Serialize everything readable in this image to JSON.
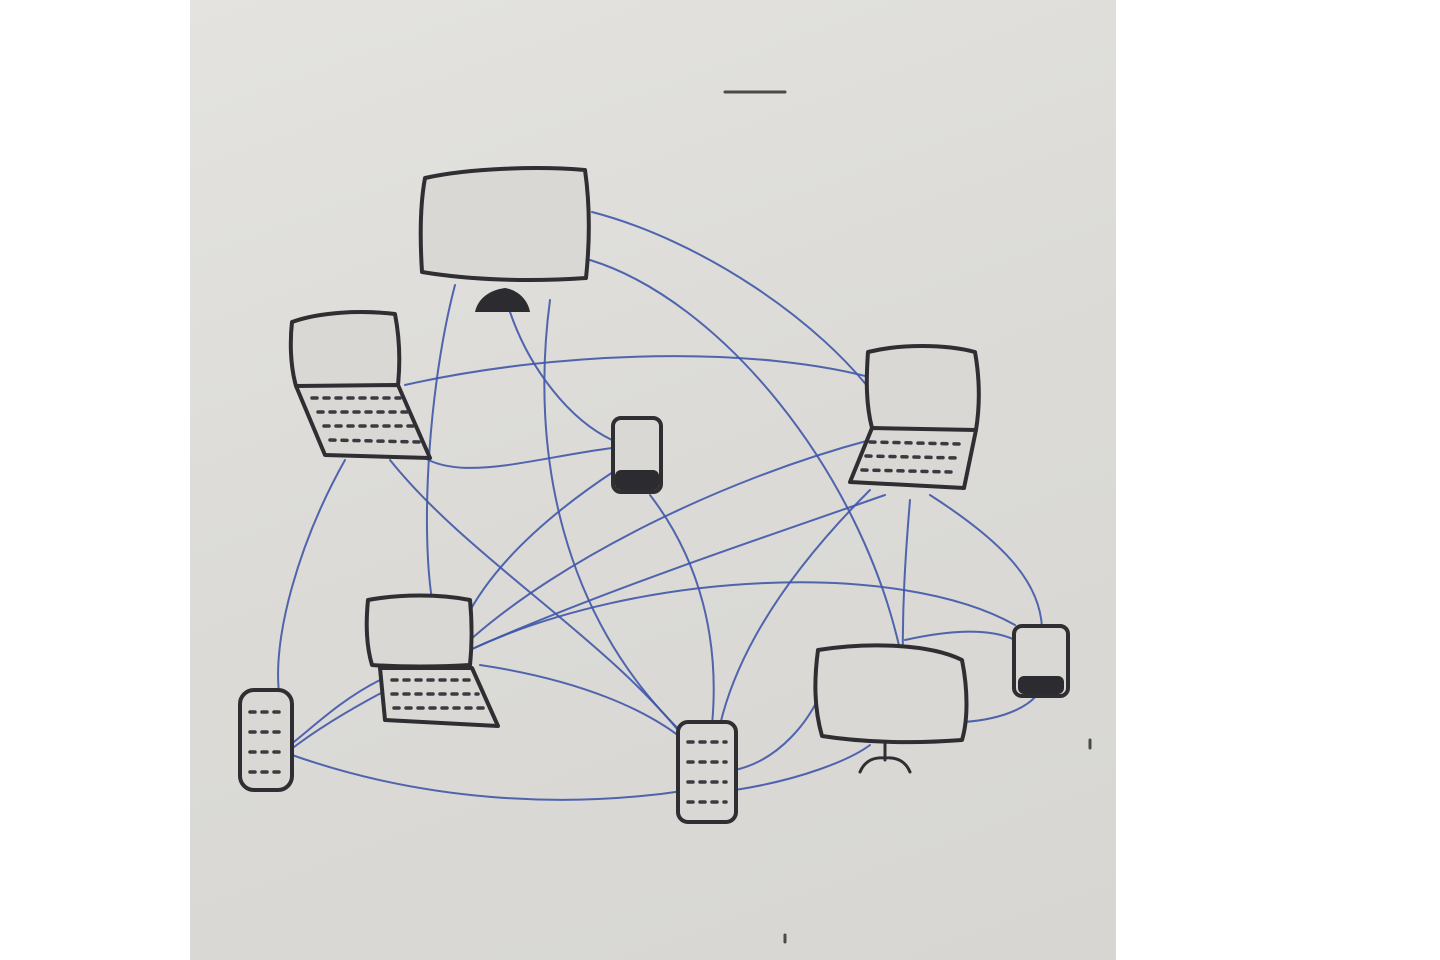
{
  "diagram": {
    "kind": "hand-drawn network of interconnected devices",
    "colors": {
      "paper": "#dcdbd7",
      "ink": "#2f2f33",
      "links": "#3f56a8",
      "background": "#ffffff"
    },
    "devices": [
      {
        "id": "desktop-top",
        "type": "desktop-monitor",
        "icon": "monitor-icon"
      },
      {
        "id": "laptop-left",
        "type": "laptop",
        "icon": "laptop-icon"
      },
      {
        "id": "laptop-right",
        "type": "laptop",
        "icon": "laptop-icon"
      },
      {
        "id": "phone-center",
        "type": "smartphone",
        "icon": "smartphone-icon"
      },
      {
        "id": "laptop-bottom-left",
        "type": "laptop",
        "icon": "laptop-icon"
      },
      {
        "id": "server-left",
        "type": "server",
        "icon": "server-icon"
      },
      {
        "id": "server-bottom",
        "type": "server",
        "icon": "server-icon"
      },
      {
        "id": "desktop-bottom-right",
        "type": "desktop-monitor",
        "icon": "monitor-icon"
      },
      {
        "id": "phone-right",
        "type": "smartphone",
        "icon": "smartphone-icon"
      }
    ],
    "connections": [
      [
        "desktop-top",
        "laptop-right"
      ],
      [
        "desktop-top",
        "desktop-bottom-right"
      ],
      [
        "desktop-top",
        "laptop-bottom-left"
      ],
      [
        "desktop-top",
        "server-bottom"
      ],
      [
        "desktop-top",
        "phone-center"
      ],
      [
        "laptop-left",
        "laptop-right"
      ],
      [
        "laptop-left",
        "server-left"
      ],
      [
        "laptop-left",
        "server-bottom"
      ],
      [
        "laptop-right",
        "laptop-bottom-left"
      ],
      [
        "laptop-right",
        "server-left"
      ],
      [
        "laptop-right",
        "phone-right"
      ],
      [
        "laptop-right",
        "desktop-bottom-right"
      ],
      [
        "laptop-right",
        "server-bottom"
      ],
      [
        "phone-center",
        "laptop-left"
      ],
      [
        "phone-center",
        "laptop-bottom-left"
      ],
      [
        "phone-center",
        "server-bottom"
      ],
      [
        "laptop-bottom-left",
        "server-bottom"
      ],
      [
        "laptop-bottom-left",
        "phone-right"
      ],
      [
        "laptop-bottom-left",
        "server-left"
      ],
      [
        "server-left",
        "server-bottom"
      ],
      [
        "server-bottom",
        "desktop-bottom-right"
      ],
      [
        "desktop-bottom-right",
        "phone-right"
      ]
    ]
  }
}
